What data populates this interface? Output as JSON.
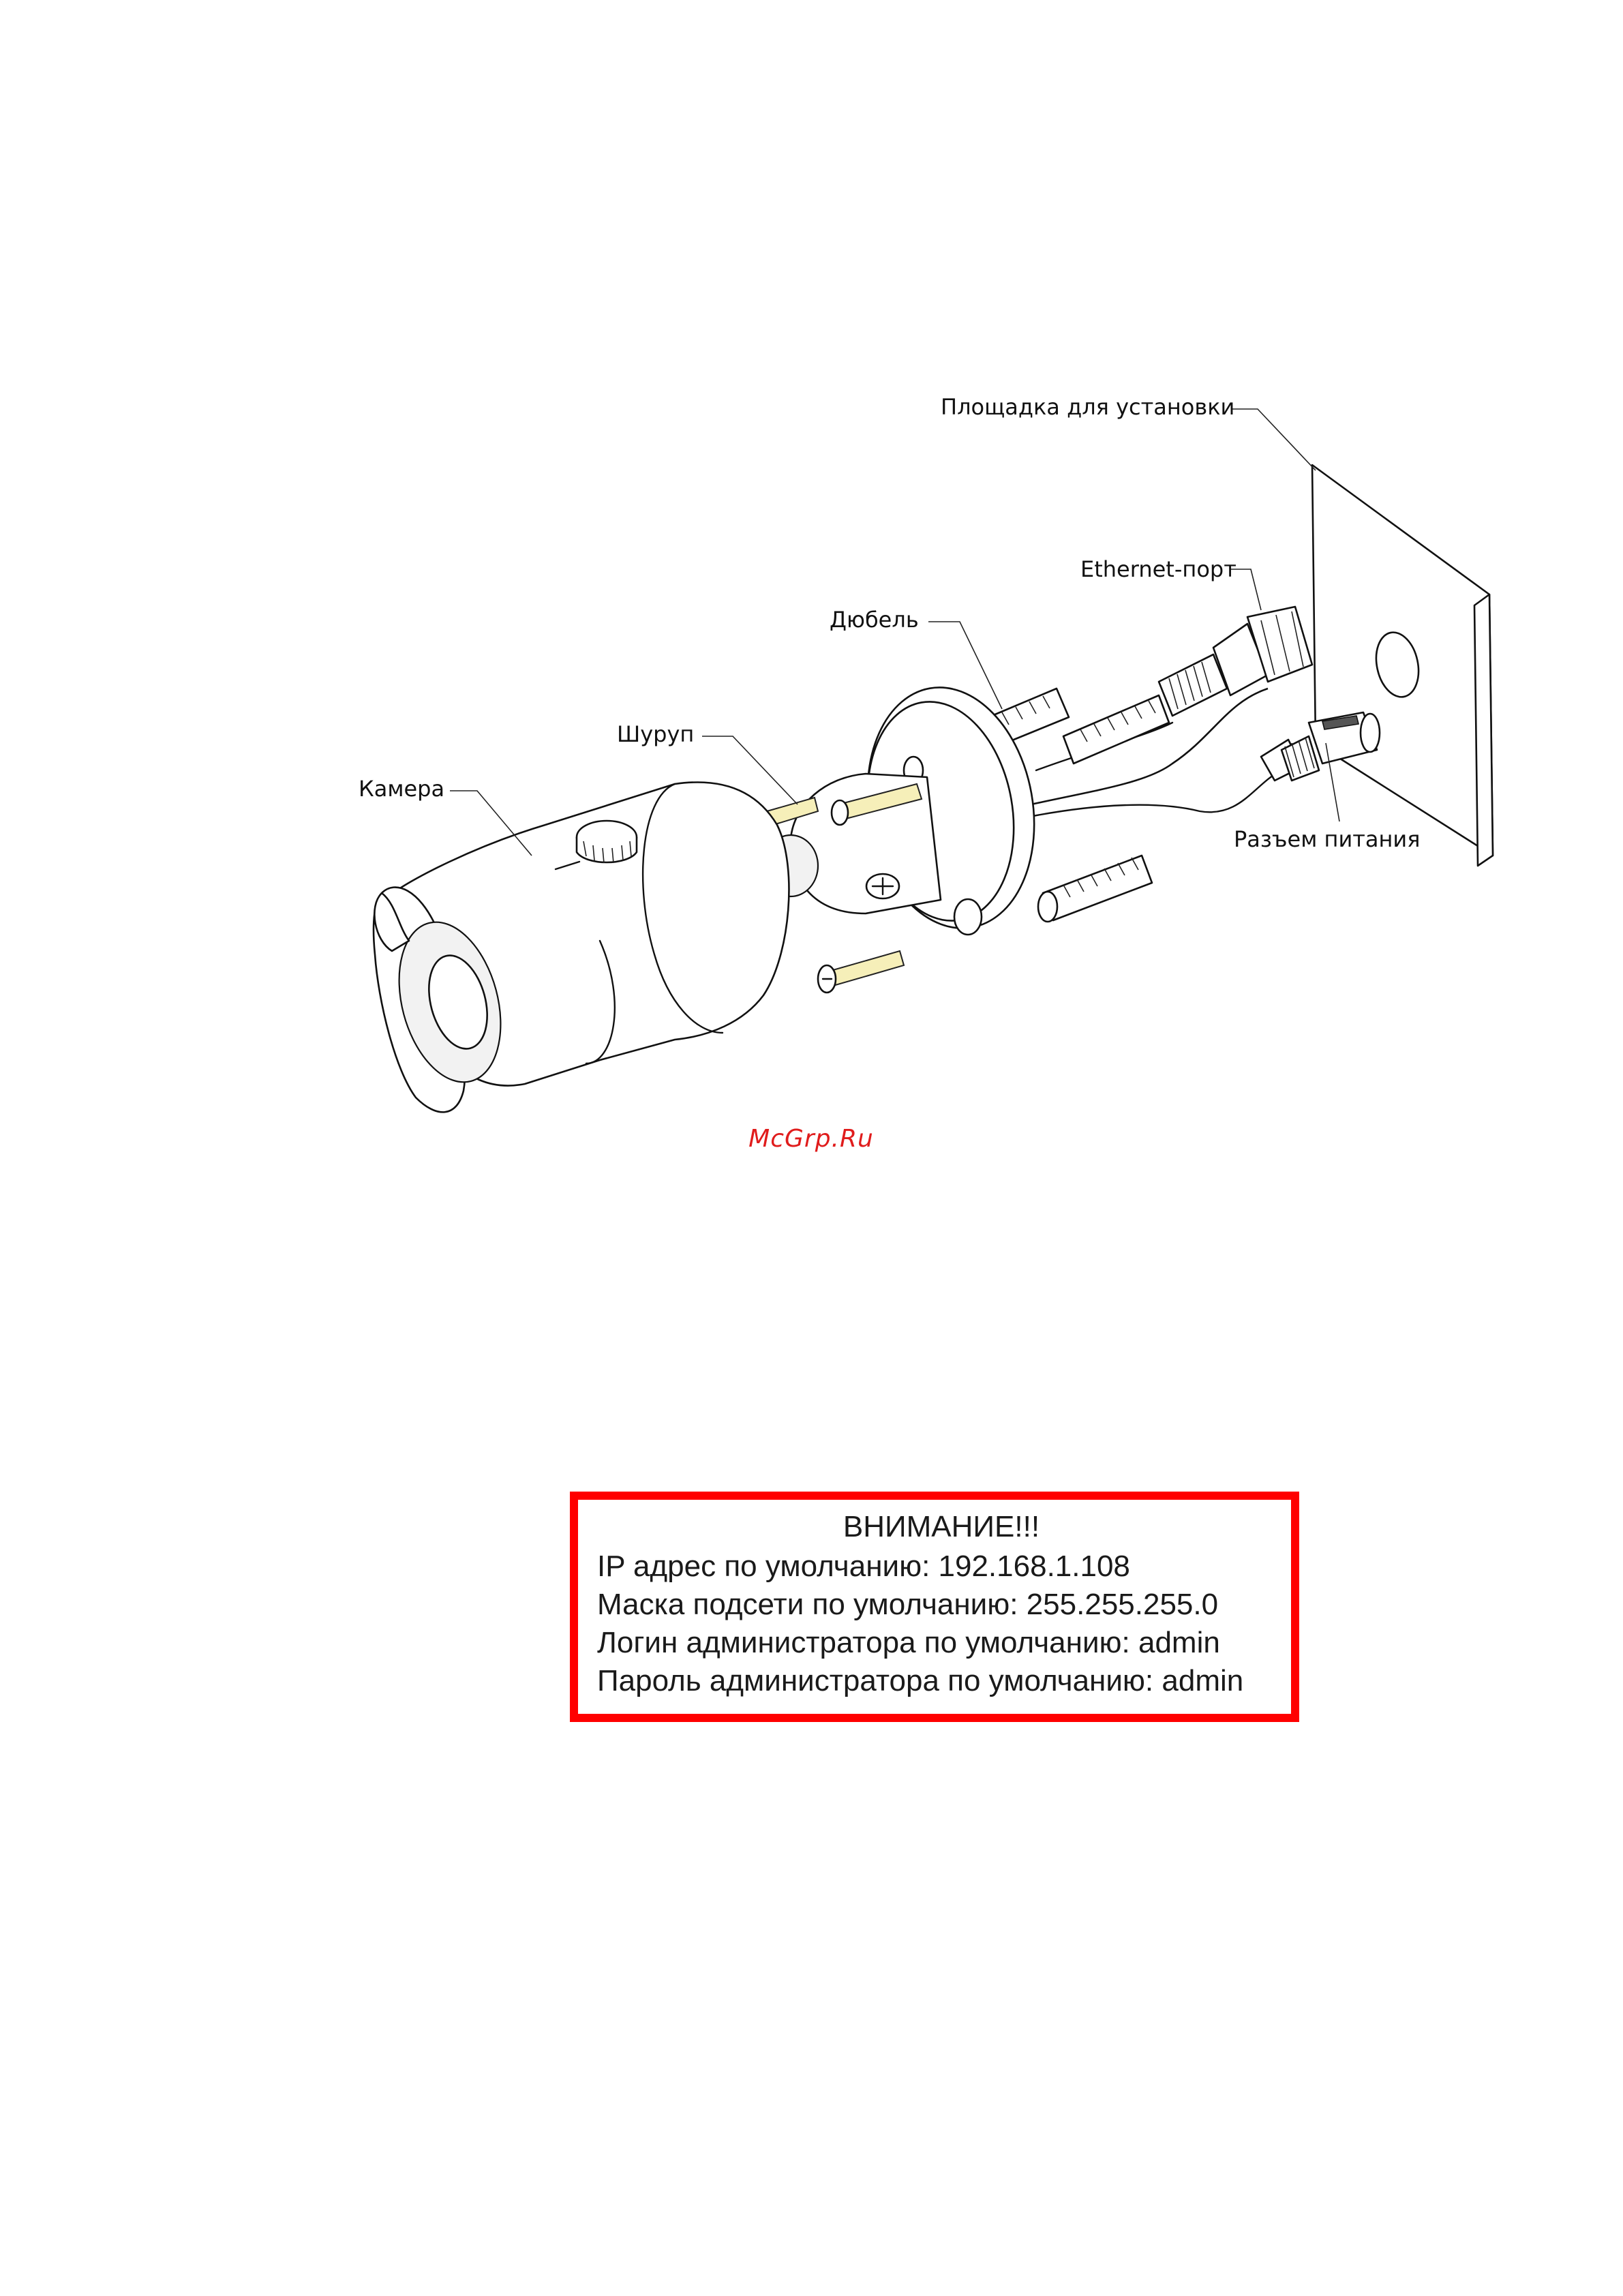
{
  "diagram": {
    "labels": {
      "mount": "Площадка для установки",
      "ethernet": "Ethernet-порт",
      "dowel": "Дюбель",
      "screw": "Шуруп",
      "camera": "Камера",
      "power": "Разъем питания"
    }
  },
  "watermark": "McGrp.Ru",
  "warning": {
    "title": "ВНИМАНИЕ!!!",
    "lines": [
      "IP адрес по умолчанию: 192.168.1.108",
      "Маска подсети по умолчанию: 255.255.255.0",
      "Логин администратора по умолчанию: admin",
      "Пароль администратора по умолчанию: admin"
    ],
    "border_color": "#ff0000"
  },
  "colors": {
    "watermark": "#e01c1c",
    "screw_fill": "#f6efb9"
  }
}
